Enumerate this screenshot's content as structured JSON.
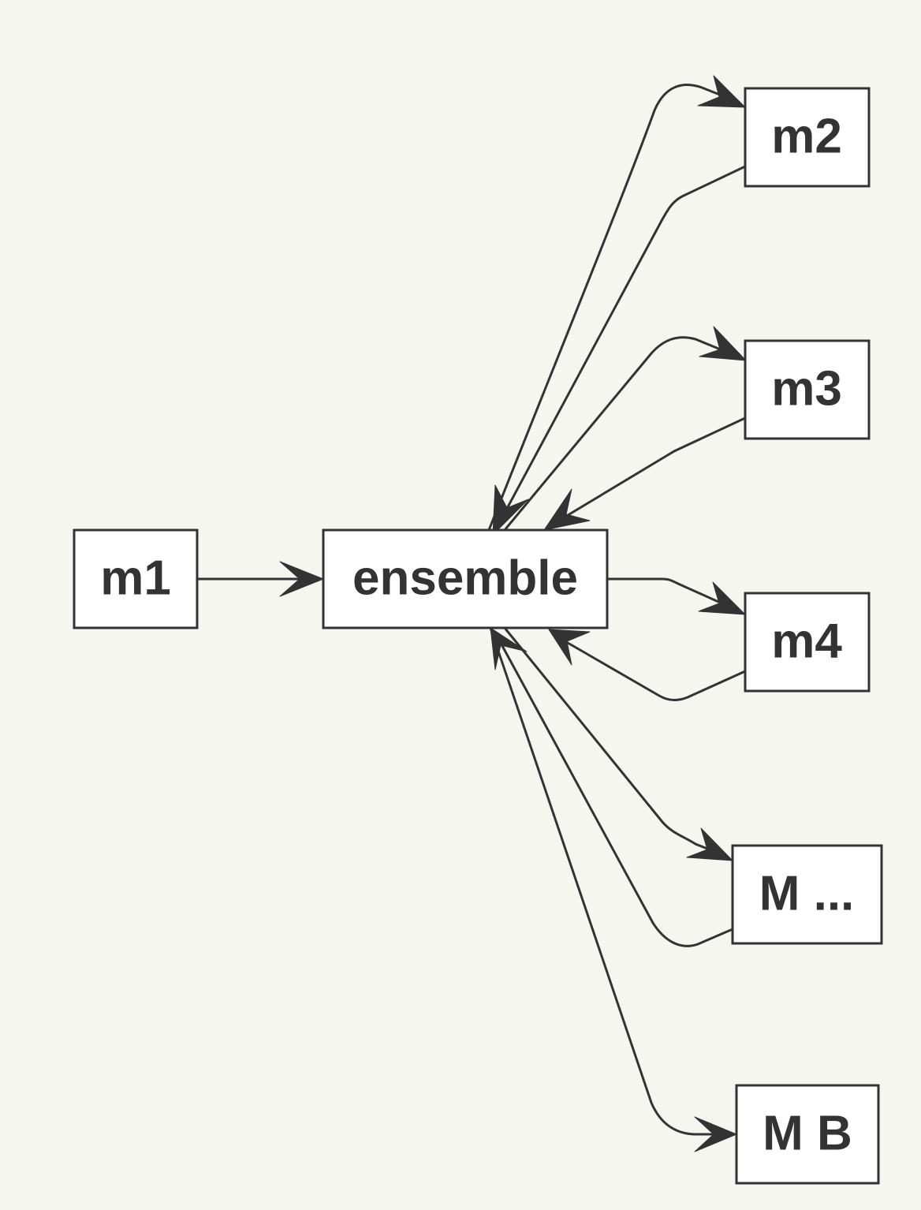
{
  "colors": {
    "background": "#f6f6f1",
    "node_fill": "#ffffff",
    "stroke": "#333333",
    "text": "#333333"
  },
  "nodes": {
    "m1": {
      "label": "m1"
    },
    "ensemble": {
      "label": "ensemble"
    },
    "m2": {
      "label": "m2"
    },
    "m3": {
      "label": "m3"
    },
    "m4": {
      "label": "m4"
    },
    "mdots": {
      "label": "M ..."
    },
    "mb": {
      "label": "M B"
    }
  },
  "edges": [
    {
      "from": "m1",
      "to": "ensemble"
    },
    {
      "from": "ensemble",
      "to": "m2"
    },
    {
      "from": "m2",
      "to": "ensemble"
    },
    {
      "from": "ensemble",
      "to": "m3"
    },
    {
      "from": "m3",
      "to": "ensemble"
    },
    {
      "from": "ensemble",
      "to": "m4"
    },
    {
      "from": "m4",
      "to": "ensemble"
    },
    {
      "from": "ensemble",
      "to": "mdots"
    },
    {
      "from": "mdots",
      "to": "ensemble"
    },
    {
      "from": "ensemble",
      "to": "mb"
    }
  ]
}
